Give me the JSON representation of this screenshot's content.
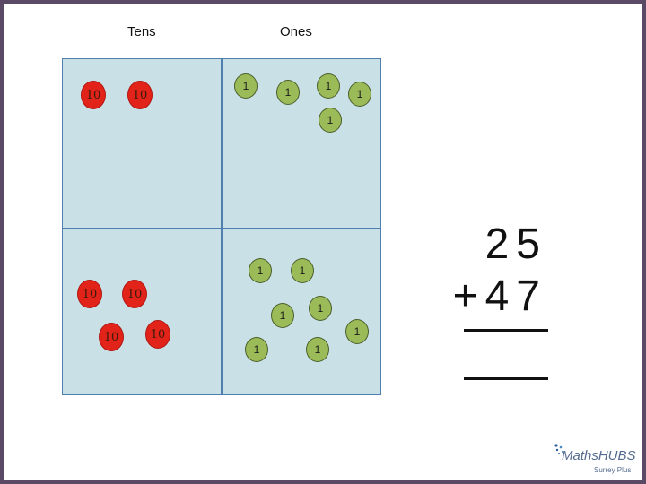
{
  "headers": {
    "tens": "Tens",
    "ones": "Ones"
  },
  "counters": {
    "ten_label": "10",
    "one_label": "1"
  },
  "sum": {
    "top_number": "25",
    "bottom_number": "47",
    "operator": "+"
  },
  "logo": {
    "name": "MathsHUBS",
    "subtitle": "Surrey Plus"
  },
  "colors": {
    "ten_counter": "#e2231a",
    "one_counter": "#9bbb59",
    "grid_fill": "#c9e0e6",
    "grid_lines": "#4f7fae",
    "frame": "#5b4a66"
  }
}
